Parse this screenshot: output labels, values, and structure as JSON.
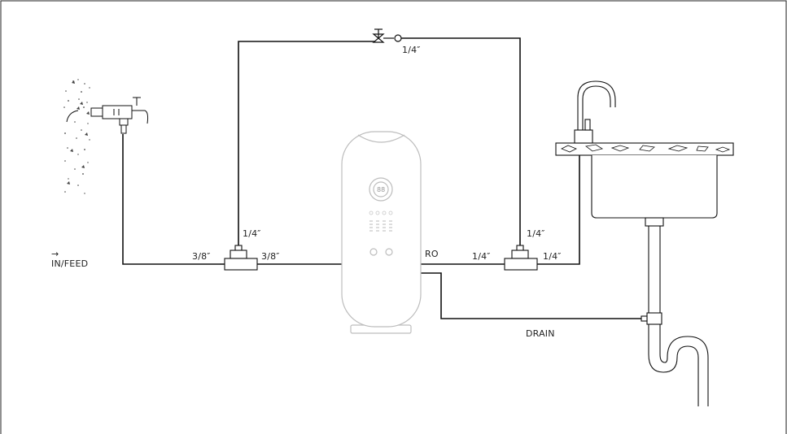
{
  "labels": {
    "in_feed": "IN/FEED",
    "in_arrow": "→",
    "feed_tee_left": "3/8″",
    "feed_tee_right": "3/8″",
    "feed_tee_up": "1/4″",
    "top_line": "1/4″",
    "ro": "RO",
    "ro_tee_left": "1/4″",
    "ro_tee_right": "1/4″",
    "ro_tee_up": "1/4″",
    "drain": "DRAIN"
  },
  "colors": {
    "line": "#111111",
    "device_stroke": "#bdbdbd",
    "frame": "#222222"
  },
  "icons": [
    "feed-valve-icon",
    "ball-valve-icon",
    "check-valve-icon",
    "tee-fitting-icon",
    "faucet-icon",
    "sink-icon",
    "p-trap-icon",
    "drain-saddle-icon",
    "ro-unit-icon"
  ]
}
